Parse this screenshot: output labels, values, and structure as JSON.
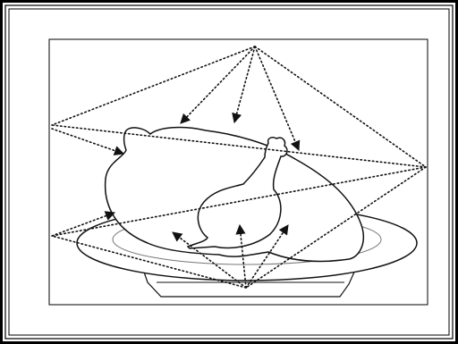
{
  "figure": {
    "subject": "roast-chicken-on-platter",
    "light_sources": [
      "top-light-source",
      "right-light-source",
      "bottom-light-source",
      "left-light-source"
    ],
    "arrow_style": "dotted",
    "colors": {
      "ink": "#111111",
      "border": "#000000",
      "background": "#ffffff",
      "plate_inner": "#777777"
    }
  }
}
